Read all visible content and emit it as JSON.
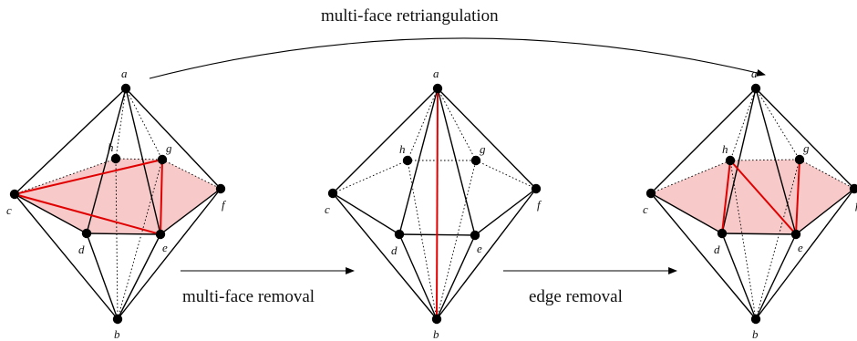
{
  "captions": {
    "top": "multi-face retriangulation",
    "left": "multi-face removal",
    "right": "edge removal"
  },
  "vertex_labels": {
    "a": "a",
    "b": "b",
    "c": "c",
    "d": "d",
    "e": "e",
    "f": "f",
    "g": "g",
    "h": "h"
  },
  "colors": {
    "edge": "#000000",
    "highlight": "#e00000",
    "fill": "#f7c9c9",
    "vertex": "#000000"
  },
  "panels": [
    {
      "name": "original",
      "highlighted_edges": [
        [
          "c",
          "g"
        ],
        [
          "c",
          "e"
        ],
        [
          "g",
          "e"
        ]
      ],
      "shaded_faces": [
        [
          "c",
          "h",
          "g",
          "f",
          "e",
          "d"
        ]
      ]
    },
    {
      "name": "after-removal",
      "highlighted_edges": [
        [
          "a",
          "b"
        ]
      ],
      "shaded_faces": []
    },
    {
      "name": "retriangulated",
      "highlighted_edges": [
        [
          "h",
          "d"
        ],
        [
          "h",
          "e"
        ],
        [
          "g",
          "e"
        ]
      ],
      "shaded_faces": [
        [
          "c",
          "h",
          "g",
          "f",
          "e",
          "d"
        ]
      ]
    }
  ]
}
